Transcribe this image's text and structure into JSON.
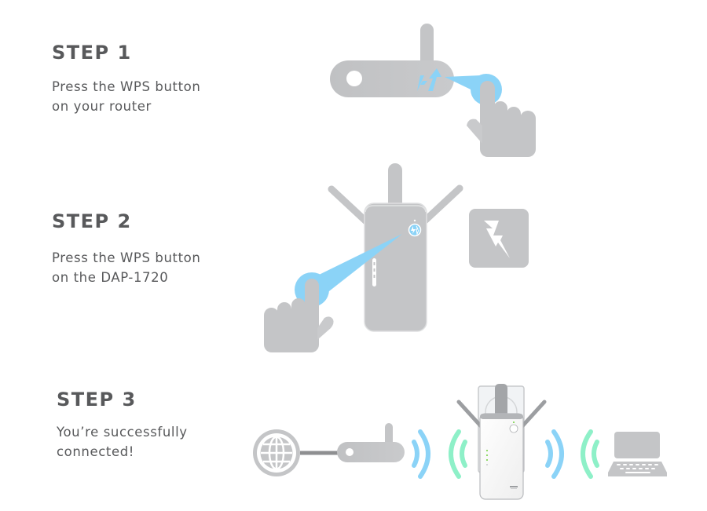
{
  "steps": [
    {
      "title": "STEP 1",
      "description_lines": [
        "Press the WPS button",
        "on your router"
      ]
    },
    {
      "title": "STEP 2",
      "description_lines": [
        "Press the WPS button",
        "on the DAP-1720"
      ]
    },
    {
      "title": "STEP 3",
      "description_lines": [
        "You’re successfully",
        "connected!"
      ]
    }
  ],
  "colors": {
    "text": "#58595b",
    "device_gray": "#c4c5c7",
    "wps_blue": "#8bd3f7",
    "signal_blue": "#8bd3f7",
    "signal_green": "#8ef0c8"
  },
  "icons": {
    "step1": [
      "router-icon",
      "wps-icon",
      "pointing-hand-icon"
    ],
    "step2": [
      "extender-icon",
      "wps-icon",
      "pointing-hand-icon",
      "power-bolt-icon"
    ],
    "step3": [
      "globe-icon",
      "router-icon",
      "wifi-signal-icon",
      "extender-device-icon",
      "wifi-signal-icon",
      "laptop-icon"
    ]
  }
}
